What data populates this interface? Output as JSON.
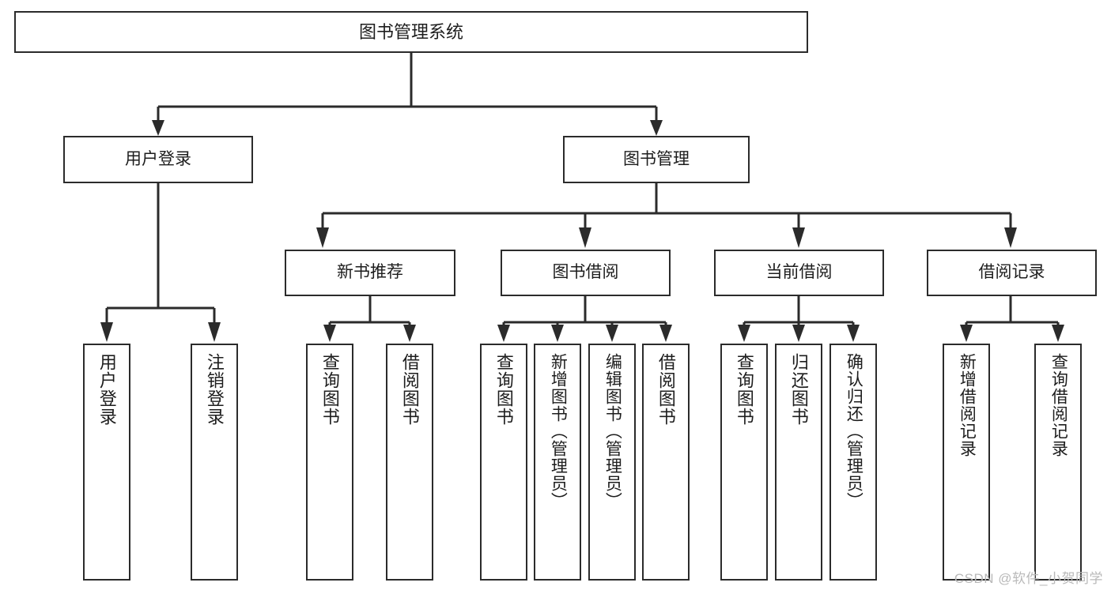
{
  "diagram": {
    "title": "图书管理系统",
    "type": "tree",
    "root": {
      "label": "图书管理系统"
    },
    "level1": [
      {
        "id": "user-login",
        "label": "用户登录"
      },
      {
        "id": "book-manage",
        "label": "图书管理"
      }
    ],
    "level2": [
      {
        "id": "new-book-recommend",
        "label": "新书推荐"
      },
      {
        "id": "book-borrow",
        "label": "图书借阅"
      },
      {
        "id": "current-borrow",
        "label": "当前借阅"
      },
      {
        "id": "borrow-record",
        "label": "借阅记录"
      }
    ],
    "leaves": {
      "user_login": [
        {
          "id": "leaf-user-login",
          "label": "用户登录"
        },
        {
          "id": "leaf-logout",
          "label": "注销登录"
        }
      ],
      "new_book_recommend": [
        {
          "id": "leaf-query-book-1",
          "label": "查询图书"
        },
        {
          "id": "leaf-borrow-book-1",
          "label": "借阅图书"
        }
      ],
      "book_borrow": [
        {
          "id": "leaf-query-book-2",
          "label": "查询图书"
        },
        {
          "id": "leaf-add-book",
          "label": "新增图书（管理员）"
        },
        {
          "id": "leaf-edit-book",
          "label": "编辑图书（管理员）"
        },
        {
          "id": "leaf-borrow-book-2",
          "label": "借阅图书"
        }
      ],
      "current_borrow": [
        {
          "id": "leaf-query-book-3",
          "label": "查询图书"
        },
        {
          "id": "leaf-return-book",
          "label": "归还图书"
        },
        {
          "id": "leaf-confirm-return",
          "label": "确认归还（管理员）"
        }
      ],
      "borrow_record": [
        {
          "id": "leaf-add-record",
          "label": "新增借阅记录"
        },
        {
          "id": "leaf-query-record",
          "label": "查询借阅记录"
        }
      ]
    }
  },
  "watermark": {
    "text": "CSDN @软件_小贺同学"
  },
  "colors": {
    "border": "#2b2b2b",
    "background": "#ffffff",
    "text": "#1d1d1d",
    "watermark": "#b9b9b9"
  }
}
